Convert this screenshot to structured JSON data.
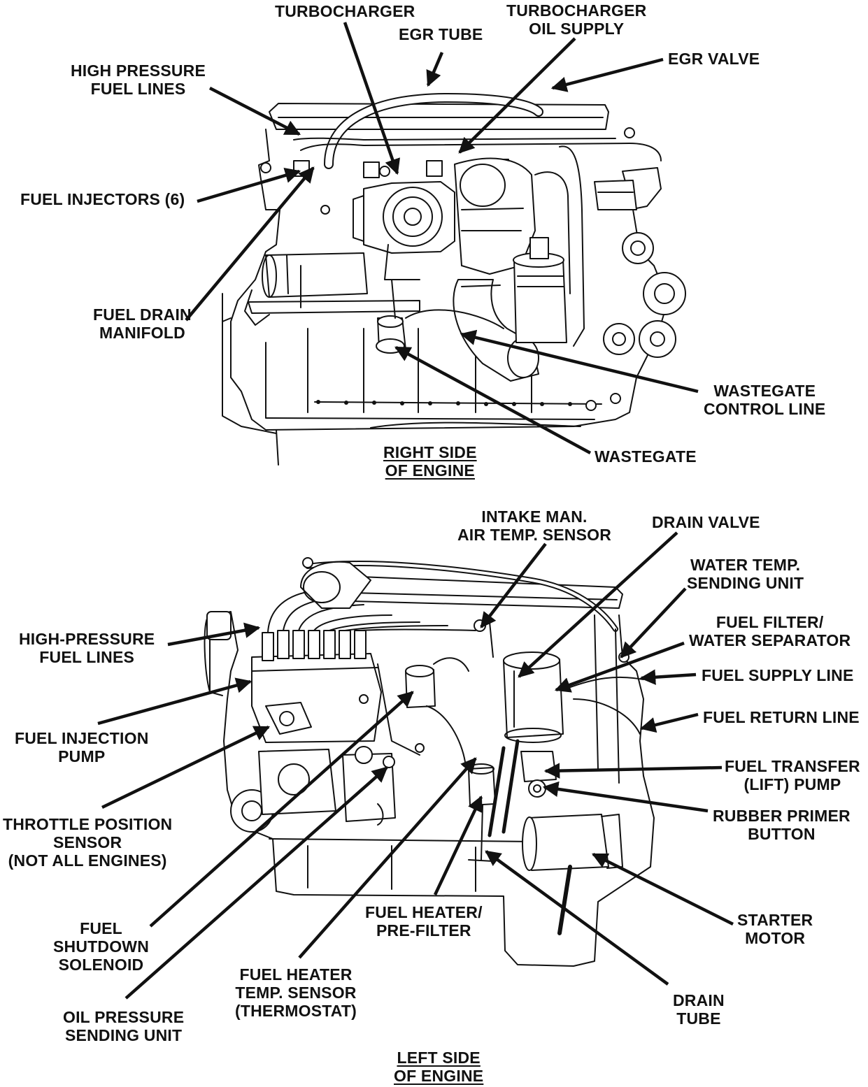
{
  "figure": {
    "ink": "#111111",
    "background": "#ffffff"
  },
  "right_side": {
    "caption": [
      "RIGHT SIDE",
      "OF ENGINE"
    ],
    "labels": {
      "turbocharger": [
        "TURBOCHARGER"
      ],
      "egr_tube": [
        "EGR TUBE"
      ],
      "turbo_oil_supply": [
        "TURBOCHARGER",
        "OIL SUPPLY"
      ],
      "egr_valve": [
        "EGR VALVE"
      ],
      "hp_fuel_lines": [
        "HIGH PRESSURE",
        "FUEL LINES"
      ],
      "fuel_injectors": [
        "FUEL INJECTORS (6)"
      ],
      "fuel_drain_manifold": [
        "FUEL DRAIN",
        "MANIFOLD"
      ],
      "wastegate_control_line": [
        "WASTEGATE",
        "CONTROL LINE"
      ],
      "wastegate": [
        "WASTEGATE"
      ]
    }
  },
  "left_side": {
    "caption": [
      "LEFT SIDE",
      "OF ENGINE"
    ],
    "labels": {
      "intake_air_temp": [
        "INTAKE MAN.",
        "AIR TEMP. SENSOR"
      ],
      "drain_valve": [
        "DRAIN VALVE"
      ],
      "water_temp": [
        "WATER TEMP.",
        "SENDING UNIT"
      ],
      "fuel_filter": [
        "FUEL FILTER/",
        "WATER SEPARATOR"
      ],
      "fuel_supply_line": [
        "FUEL SUPPLY LINE"
      ],
      "fuel_return_line": [
        "FUEL RETURN LINE"
      ],
      "fuel_transfer_pump": [
        "FUEL TRANSFER",
        "(LIFT) PUMP"
      ],
      "rubber_primer": [
        "RUBBER PRIMER",
        "BUTTON"
      ],
      "starter_motor": [
        "STARTER",
        "MOTOR"
      ],
      "drain_tube": [
        "DRAIN",
        "TUBE"
      ],
      "fuel_heater_prefilter": [
        "FUEL HEATER/",
        "PRE-FILTER"
      ],
      "fuel_heater_temp": [
        "FUEL HEATER",
        "TEMP. SENSOR",
        "(THERMOSTAT)"
      ],
      "oil_pressure": [
        "OIL PRESSURE",
        "SENDING UNIT"
      ],
      "fuel_shutdown": [
        "FUEL",
        "SHUTDOWN",
        "SOLENOID"
      ],
      "throttle_position": [
        "THROTTLE POSITION",
        "SENSOR",
        "(NOT ALL ENGINES)"
      ],
      "fuel_injection_pump": [
        "FUEL INJECTION",
        "PUMP"
      ],
      "hp_fuel_lines": [
        "HIGH-PRESSURE",
        "FUEL LINES"
      ]
    }
  }
}
